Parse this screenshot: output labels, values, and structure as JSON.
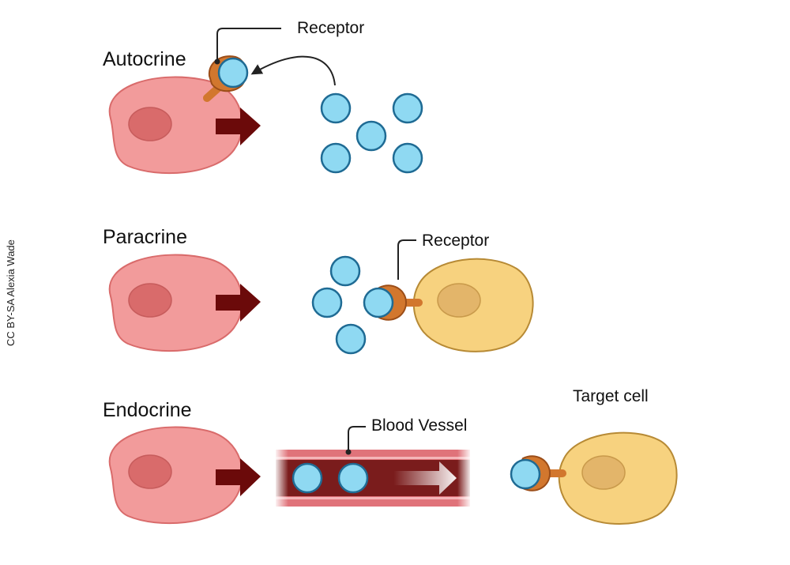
{
  "credit": "CC BY-SA Alexia Wade",
  "rows": {
    "autocrine": {
      "title": "Autocrine",
      "receptor_label": "Receptor"
    },
    "paracrine": {
      "title": "Paracrine",
      "receptor_label": "Receptor"
    },
    "endocrine": {
      "title": "Endocrine",
      "vessel_label": "Blood Vessel",
      "target_label": "Target cell"
    }
  },
  "colors": {
    "secreting_cell": "#f29b9b",
    "secreting_nucleus": "#d96b6b",
    "target_cell": "#f7d27f",
    "target_nucleus": "#e3b56a",
    "signal_molecule": "#8fd9f2",
    "signal_outline": "#1f6b94",
    "receptor": "#d2772e",
    "arrow": "#6b0a0a",
    "vessel": "#7a1c1c",
    "vessel_wall": "#e0737a"
  }
}
